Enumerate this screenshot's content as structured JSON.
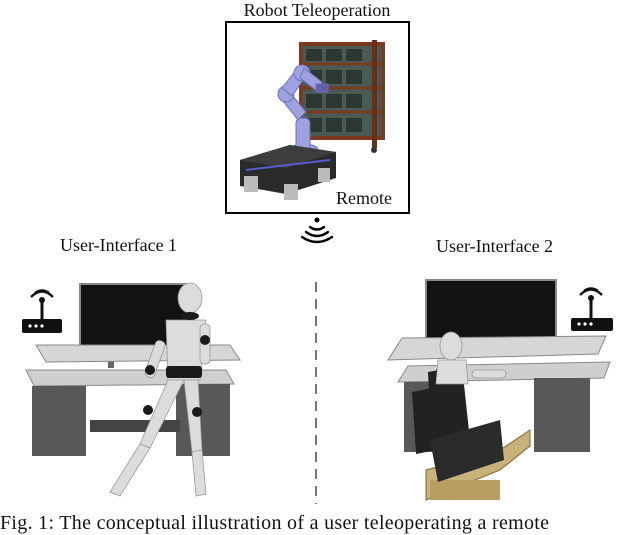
{
  "figure": {
    "title": "Robot Teleoperation",
    "remote_label": "Remote",
    "left_label": "User-Interface 1",
    "right_label": "User-Interface 2",
    "caption": "Fig. 1: The conceptual illustration of a user teleoperating a remote"
  },
  "colors": {
    "shelf_frame": "#7a3a22",
    "bins": "#3c4a47",
    "arm": "#9ea2e0",
    "mobile_base": "#2a2a2a",
    "monitor": "#121212",
    "desk": "#d6d6d6",
    "figure": "#dcdcdc",
    "joints": "#1a1a1a",
    "chair": "#222222",
    "wood_base": "#c9b27a"
  },
  "icons": [
    "wireless-signal-icon",
    "router-icon"
  ]
}
